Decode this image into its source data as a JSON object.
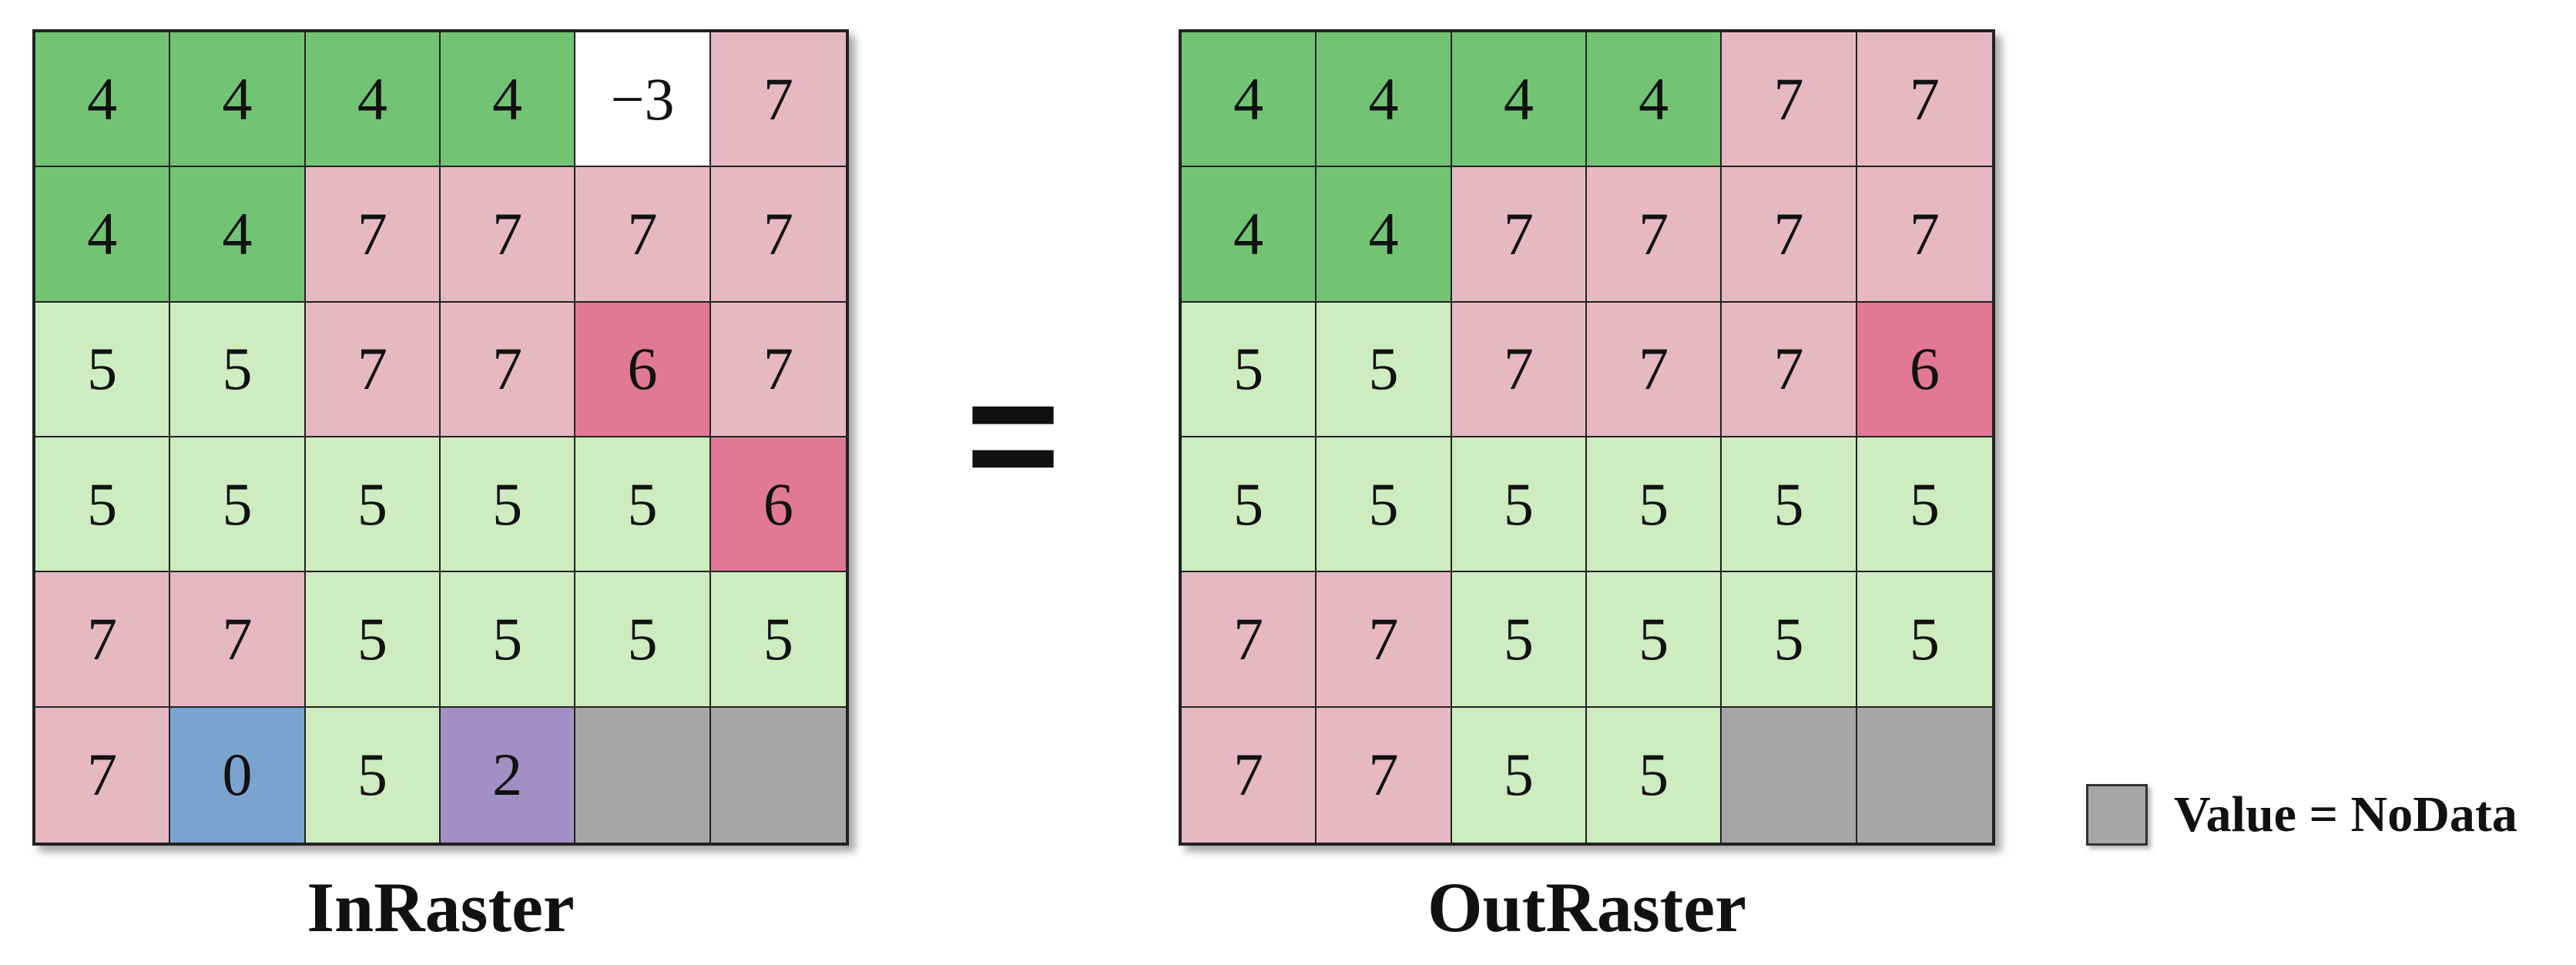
{
  "colors": {
    "4": "#72c474",
    "5": "#cdecc0",
    "7": "#e6b8c4",
    "6": "#e07896",
    "0": "#7ba3d0",
    "2": "#a48fc5",
    "-3": "#ffffff",
    "nodata": "#a6a6a6"
  },
  "in_raster": {
    "caption": "InRaster",
    "rows": [
      [
        "4",
        "4",
        "4",
        "4",
        "−3",
        "7"
      ],
      [
        "4",
        "4",
        "7",
        "7",
        "7",
        "7"
      ],
      [
        "5",
        "5",
        "7",
        "7",
        "6",
        "7"
      ],
      [
        "5",
        "5",
        "5",
        "5",
        "5",
        "6"
      ],
      [
        "7",
        "7",
        "5",
        "5",
        "5",
        "5"
      ],
      [
        "7",
        "0",
        "5",
        "2",
        null,
        null
      ]
    ]
  },
  "operator": "=",
  "out_raster": {
    "caption": "OutRaster",
    "rows": [
      [
        "4",
        "4",
        "4",
        "4",
        "7",
        "7"
      ],
      [
        "4",
        "4",
        "7",
        "7",
        "7",
        "7"
      ],
      [
        "5",
        "5",
        "7",
        "7",
        "7",
        "6"
      ],
      [
        "5",
        "5",
        "5",
        "5",
        "5",
        "5"
      ],
      [
        "7",
        "7",
        "5",
        "5",
        "5",
        "5"
      ],
      [
        "7",
        "7",
        "5",
        "5",
        null,
        null
      ]
    ]
  },
  "legend": {
    "label": "Value = NoData"
  }
}
